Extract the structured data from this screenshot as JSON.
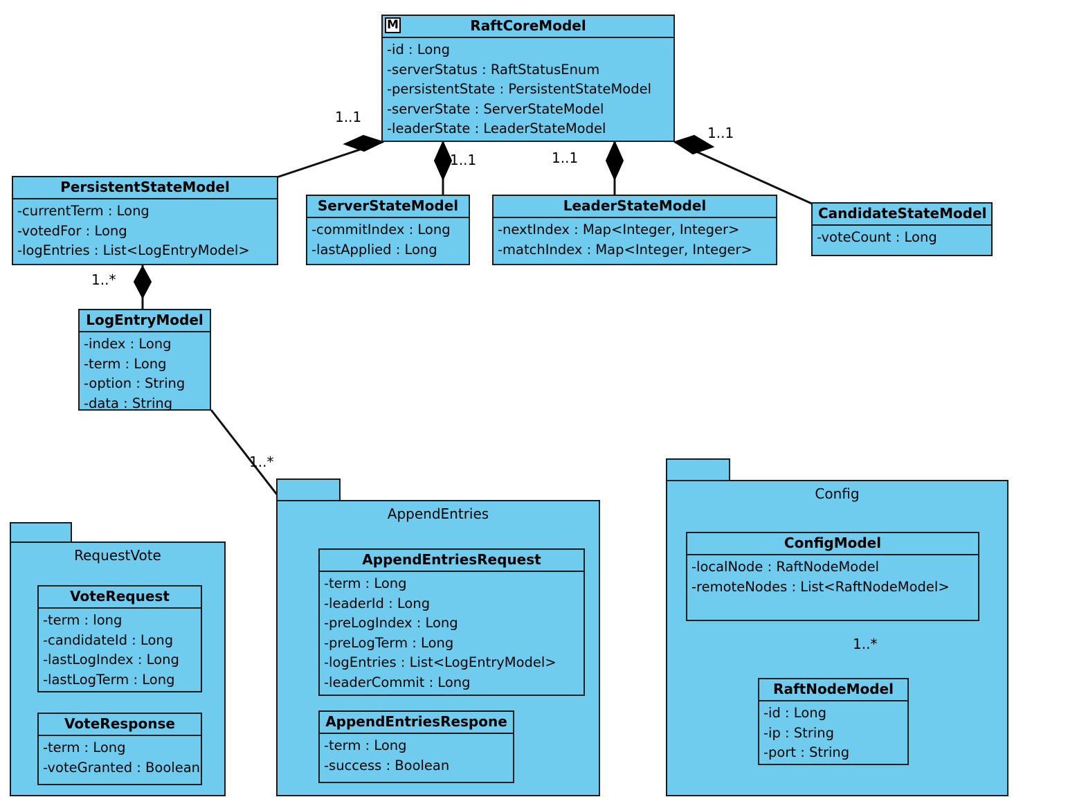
{
  "diagram": {
    "type": "uml-class-diagram",
    "fill_color": "#6FCCEF",
    "line_color": "#1a1a1a",
    "background": "#ffffff"
  },
  "classes": {
    "raft_core": {
      "name": "RaftCoreModel",
      "stereotype_badge": "M",
      "attributes": [
        "-id : Long",
        "-serverStatus : RaftStatusEnum",
        "-persistentState : PersistentStateModel",
        "-serverState : ServerStateModel",
        "-leaderState : LeaderStateModel"
      ]
    },
    "persistent_state": {
      "name": "PersistentStateModel",
      "attributes": [
        "-currentTerm : Long",
        "-votedFor : Long",
        "-logEntries : List<LogEntryModel>"
      ]
    },
    "server_state": {
      "name": "ServerStateModel",
      "attributes": [
        "-commitIndex : Long",
        "-lastApplied : Long"
      ]
    },
    "leader_state": {
      "name": "LeaderStateModel",
      "attributes": [
        "-nextIndex : Map<Integer, Integer>",
        "-matchIndex : Map<Integer, Integer>"
      ]
    },
    "candidate_state": {
      "name": "CandidateStateModel",
      "attributes": [
        "-voteCount : Long"
      ]
    },
    "log_entry": {
      "name": "LogEntryModel",
      "attributes": [
        "-index : Long",
        "-term : Long",
        "-option : String",
        "-data : String"
      ]
    },
    "vote_request": {
      "name": "VoteRequest",
      "attributes": [
        "-term : long",
        "-candidateId : Long",
        "-lastLogIndex : Long",
        "-lastLogTerm : Long"
      ]
    },
    "vote_response": {
      "name": "VoteResponse",
      "attributes": [
        "-term : Long",
        "-voteGranted : Boolean"
      ]
    },
    "append_entries_request": {
      "name": "AppendEntriesRequest",
      "attributes": [
        "-term : Long",
        "-leaderId : Long",
        "-preLogIndex : Long",
        "-preLogTerm : Long",
        "-logEntries : List<LogEntryModel>",
        "-leaderCommit : Long"
      ]
    },
    "append_entries_response": {
      "name": "AppendEntriesRespone",
      "attributes": [
        "-term : Long",
        "-success : Boolean"
      ]
    },
    "config_model": {
      "name": "ConfigModel",
      "attributes": [
        "-localNode : RaftNodeModel",
        "-remoteNodes : List<RaftNodeModel>"
      ]
    },
    "raft_node": {
      "name": "RaftNodeModel",
      "attributes": [
        "-id : Long",
        "-ip : String",
        "-port : String"
      ]
    }
  },
  "packages": {
    "request_vote": {
      "name": "RequestVote"
    },
    "append_entries": {
      "name": "AppendEntries"
    },
    "config": {
      "name": "Config"
    }
  },
  "relationships": [
    {
      "id": "r1",
      "from": "RaftCoreModel",
      "to": "PersistentStateModel",
      "kind": "composition",
      "multiplicity": "1..1"
    },
    {
      "id": "r2",
      "from": "RaftCoreModel",
      "to": "ServerStateModel",
      "kind": "composition",
      "multiplicity": "1..1"
    },
    {
      "id": "r3",
      "from": "RaftCoreModel",
      "to": "LeaderStateModel",
      "kind": "composition",
      "multiplicity": "1..1"
    },
    {
      "id": "r4",
      "from": "RaftCoreModel",
      "to": "CandidateStateModel",
      "kind": "composition",
      "multiplicity": "1..1"
    },
    {
      "id": "r5",
      "from": "PersistentStateModel",
      "to": "LogEntryModel",
      "kind": "composition",
      "multiplicity": "1..*"
    },
    {
      "id": "r6",
      "from": "LogEntryModel",
      "to": "AppendEntriesRequest",
      "kind": "composition",
      "multiplicity": "1..*"
    },
    {
      "id": "r7",
      "from": "ConfigModel",
      "to": "RaftNodeModel",
      "kind": "composition",
      "multiplicity": "1..*"
    }
  ],
  "multiplicity_labels": {
    "m_persistent": "1..1",
    "m_server": "1..1",
    "m_leader": "1..1",
    "m_candidate": "1..1",
    "m_logentry": "1..*",
    "m_append": "1..*",
    "m_node": "1..*"
  }
}
